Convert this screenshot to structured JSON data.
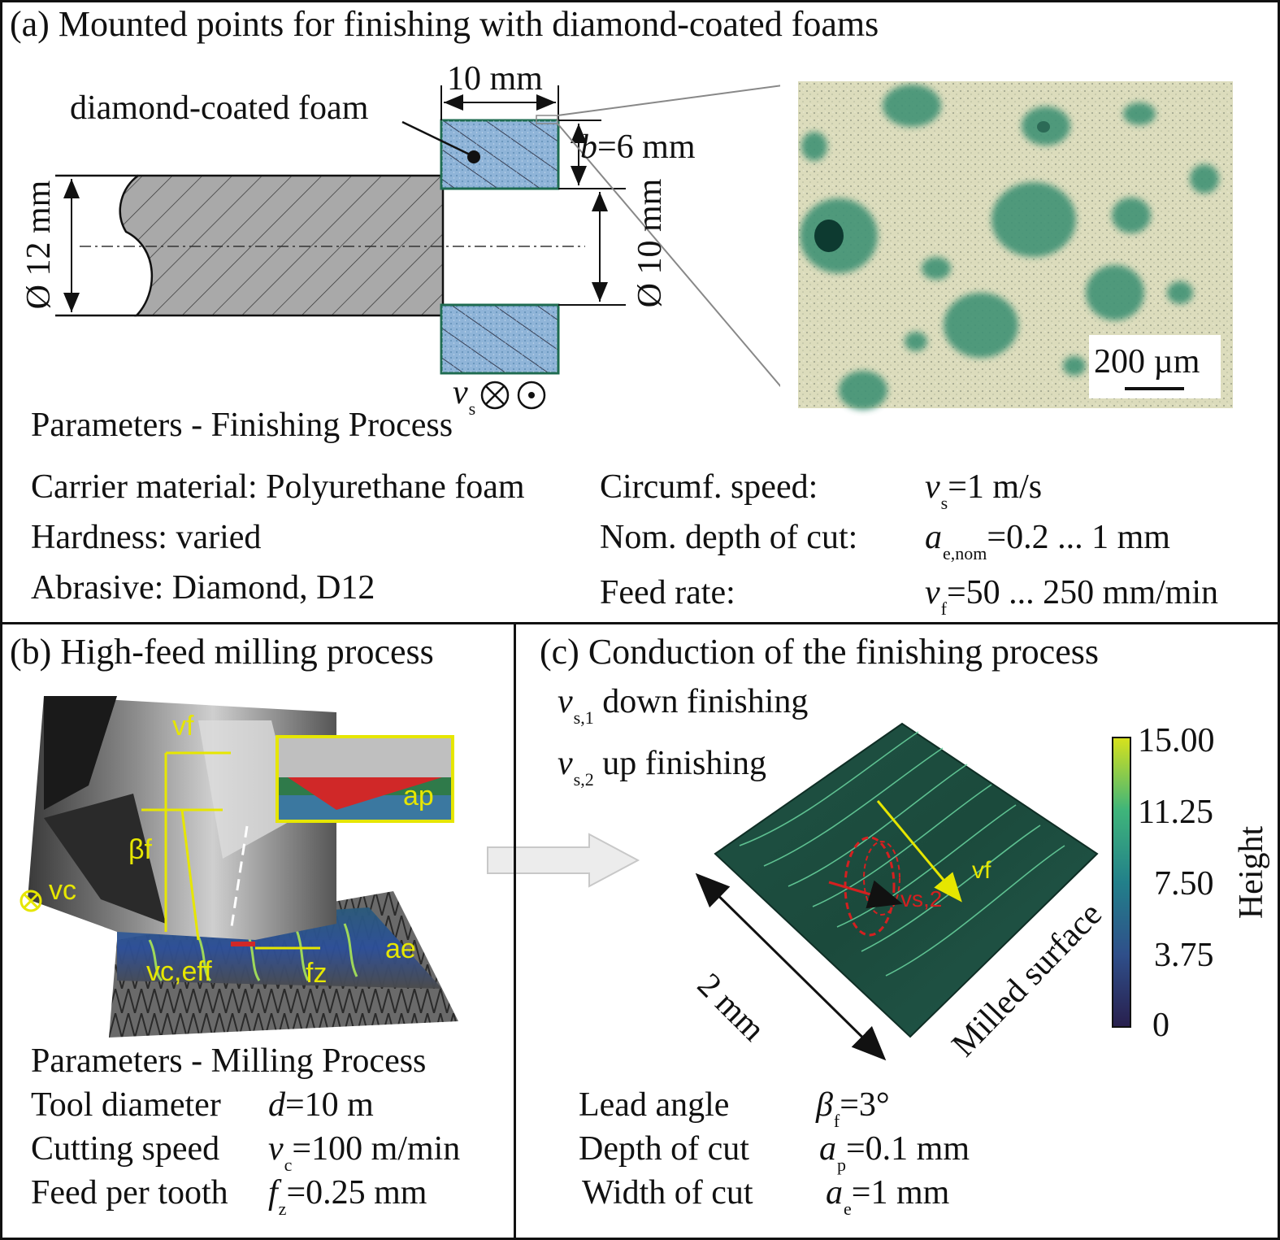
{
  "panel_a": {
    "title": "(a) Mounted points for finishing with diamond-coated foams",
    "width_label": "10 mm",
    "foam_label": "diamond-coated foam",
    "b_sym": "b",
    "b_val": "=6 mm",
    "dia12": "Ø 12 mm",
    "dia10": "Ø 10 mm",
    "vs_sym": "v",
    "vs_sub": "s",
    "scale_label": "200 µm",
    "params_title": "Parameters - Finishing Process",
    "left_params": [
      "Carrier material: Polyurethane foam",
      "Hardness: varied",
      "Abrasive: Diamond, D12"
    ],
    "right_params": [
      {
        "label": "Circumf. speed:",
        "sym": "v",
        "sub": "s",
        "val": "=1 m/s"
      },
      {
        "label": "Nom. depth of cut:",
        "sym": "a",
        "sub": "e,nom",
        "val": "=0.2 ... 1 mm"
      },
      {
        "label": "Feed rate:",
        "sym": "v",
        "sub": "f",
        "val": "=50 ... 250 mm/min"
      }
    ]
  },
  "panel_b": {
    "title": "(b) High-feed milling process",
    "labels": {
      "vf": "vf",
      "ap": "ap",
      "beta": "βf",
      "vc": "vc",
      "vceff": "vc,eff",
      "fz": "fz",
      "ae": "ae"
    },
    "params_title": "Parameters - Milling Process",
    "params": [
      {
        "label": "Tool diameter",
        "sym": "d",
        "sub": "",
        "val": "=10 m"
      },
      {
        "label": "Cutting speed",
        "sym": "v",
        "sub": "c",
        "val": "=100 m/min"
      },
      {
        "label": "Feed per tooth",
        "sym": "f",
        "sub": "z",
        "val": "=0.25 mm"
      }
    ]
  },
  "panel_c": {
    "title": "(c) Conduction of the finishing process",
    "legend": [
      {
        "sym": "v",
        "sub": "s,1",
        "text": " down finishing"
      },
      {
        "sym": "v",
        "sub": "s,2",
        "text": " up finishing"
      }
    ],
    "surface_labels": {
      "vf": "vf",
      "vs2": "vs,2",
      "size": "2 mm",
      "milled": "Milled surface"
    },
    "colorbar": {
      "title": "Height",
      "ticks": [
        "15.00",
        "11.25",
        "7.50",
        "3.75",
        "0"
      ]
    },
    "params": [
      {
        "label": "Lead angle",
        "sym": "β",
        "sub": "f",
        "val": "=3°"
      },
      {
        "label": "Depth of cut",
        "sym": "a",
        "sub": "p",
        "val": "=0.1 mm"
      },
      {
        "label": "Width of cut",
        "sym": "a",
        "sub": "e",
        "val": "=1 mm"
      }
    ]
  },
  "colors": {
    "foam": "#8fb4d8",
    "foam_edge": "#1e6b50",
    "surface": "#1d4a3a",
    "accent": "#e0e000",
    "red": "#d42020"
  }
}
